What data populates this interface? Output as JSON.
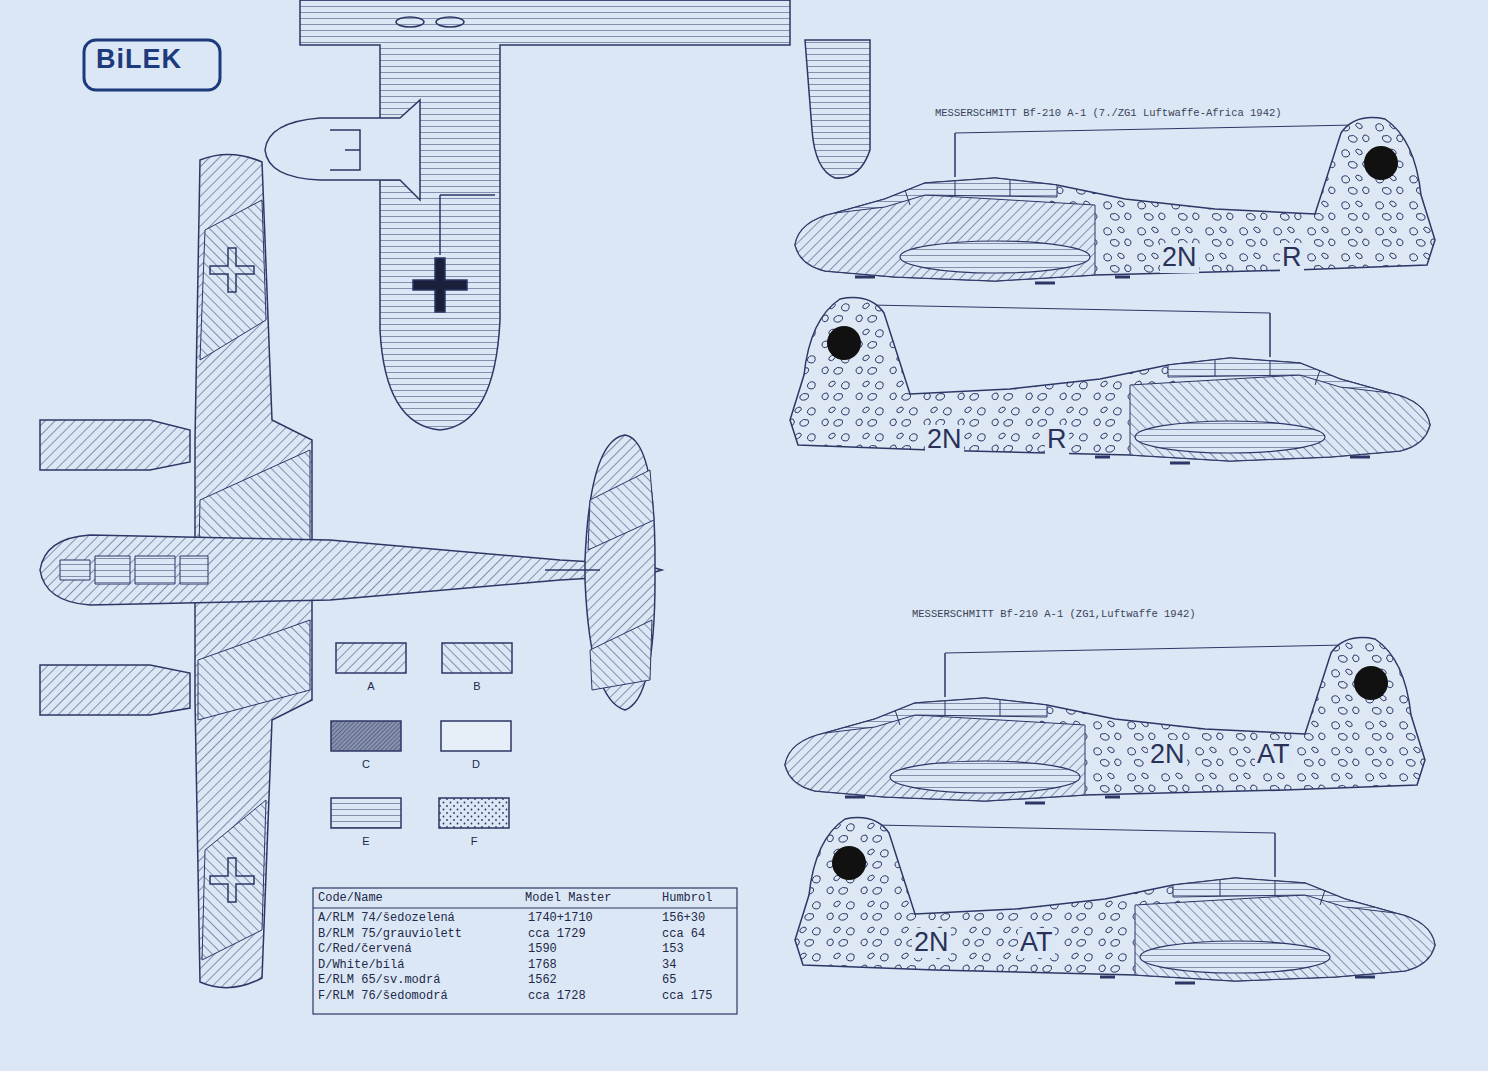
{
  "diagram": {
    "labels": [
      "BiLEK",
      "MESSERSCHMITT Bf-210 A-1 (7./ZG1 Luftwaffe-Africa 1942)",
      "2N",
      "R",
      "2N",
      "R",
      "MESSERSCHMITT Bf-210 A-1 (ZG1,Luftwaffe 1942)",
      "2N",
      "AT",
      "2N",
      "AT",
      "Code/Name",
      "Model Master",
      "Humbrol",
      "A/RLM 74/šedozelená",
      "1740+1710",
      "156+30",
      "B/RLM 75/grauviolett",
      "cca 1729",
      "cca 64",
      "C/Red/červená",
      "1590",
      "153",
      "D/White/bílá",
      "1768",
      "34",
      "E/RLM 65/sv.modrá",
      "1562",
      "65",
      "F/RLM 76/šedomodrá",
      "cca 1728",
      "cca 175"
    ],
    "legend": [
      {
        "text": "A"
      },
      {
        "text": "B"
      },
      {
        "text": "C"
      },
      {
        "text": "D"
      },
      {
        "text": "E"
      },
      {
        "text": "F"
      }
    ]
  }
}
